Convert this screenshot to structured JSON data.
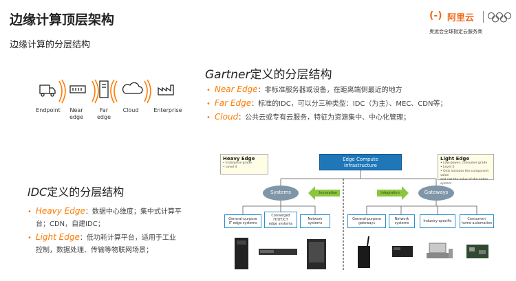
{
  "slide": {
    "title": "边缘计算顶层架构",
    "subtitle": "边缘计算的分层结构"
  },
  "logo": {
    "brand": "阿里云",
    "mark": "(-)",
    "tagline": "奥运会全球指定云服务商",
    "rings_icon": "olympic-rings-icon"
  },
  "tiers": [
    {
      "label": "Endpoint",
      "icon": "truck-icon"
    },
    {
      "label": "Near\nedge",
      "icon": "network-switch-icon"
    },
    {
      "label": "Far\nedge",
      "icon": "server-tower-icon"
    },
    {
      "label": "Cloud",
      "icon": "cloud-icon"
    },
    {
      "label": "Enterprise",
      "icon": "factory-icon"
    }
  ],
  "gartner": {
    "heading_prefix": "Gartner",
    "heading_suffix": "定义的分层结构",
    "items": [
      {
        "term": "Near Edge",
        "text": "：非标准服务器或设备，在距离端侧最近的地方"
      },
      {
        "term": "Far Edge",
        "text": "：标准的IDC，可以分三种类型：IDC（为主）、MEC、CDN等；"
      },
      {
        "term": "Cloud",
        "text": "：公共云或专有云服务，特征为资源集中、中心化管理；"
      }
    ]
  },
  "idc": {
    "heading_prefix": "IDC",
    "heading_suffix": "定义的分层结构",
    "items": [
      {
        "term": "Heavy Edge",
        "text": "：数据中心维度；集中式计算平台；CDN，自建IDC；",
        "line1": "：数据中心维度；集中式计算平",
        "line2": "台；CDN，自建IDC；"
      },
      {
        "term": "Light Edge",
        "text": "：低功耗计算平台，适用于工业控制，数据处理、传输等物联网场景；",
        "line1": "：低功耗计算平台，适用于工业",
        "line2": "控制，数据处理、传输等物联网场景；"
      }
    ]
  },
  "diagram": {
    "infra_label": "Edge Compute\nInfrastructure",
    "heavy_edge": {
      "title": "Heavy Edge",
      "lines": [
        "• Enterprise grade",
        "• Level 4"
      ]
    },
    "light_edge": {
      "title": "Light Edge",
      "lines": [
        "• Low-power, consumer grade",
        "• Level 5",
        "• Only includes the component value",
        "  and not the value of the entire system"
      ]
    },
    "systems_label": "Systems",
    "gateways_label": "Gateways",
    "left_arrow_label": "Innovation",
    "right_arrow_label": "Integration",
    "left_boxes": [
      "General-purpose\nIT edge systems",
      "Converged\nIT/OT/CT\nedge systems",
      "Network\nsystems"
    ],
    "right_boxes": [
      "General-purpose\ngateways",
      "Network\nsystems",
      "Industry-specific",
      "Consumer/\nhome automation"
    ],
    "colors": {
      "infra": "#1f77b8",
      "ellipse": "#7f96a8",
      "arrow": "#8cc63f",
      "accent": "#ff7a00"
    }
  }
}
